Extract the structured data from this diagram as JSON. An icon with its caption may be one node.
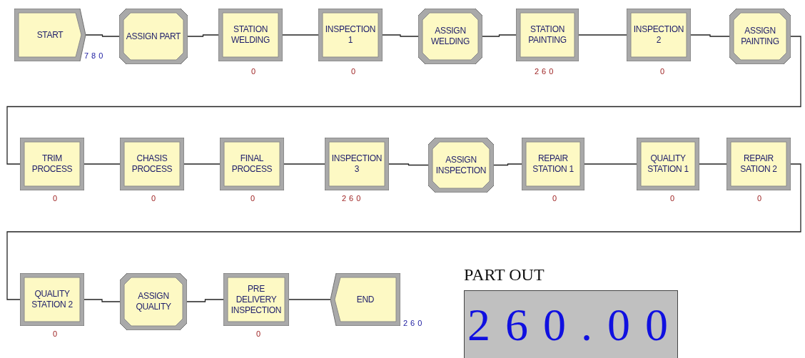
{
  "diagram": {
    "nodes": [
      {
        "text": [
          "START"
        ],
        "beside": [
          "780"
        ]
      },
      {
        "text": [
          "ASSIGN PART"
        ]
      },
      {
        "text": [
          "STATION WELDING"
        ],
        "beside": [
          "0"
        ]
      },
      {
        "text": [
          "INSPECTION 1"
        ],
        "beside": [
          "0"
        ]
      },
      {
        "text": [
          "ASSIGN WELDING"
        ]
      },
      {
        "text": [
          "STATION PAINTING"
        ],
        "beside": [
          "260"
        ]
      },
      {
        "text": [
          "INSPECTION 2"
        ],
        "beside": [
          "0"
        ]
      },
      {
        "text": [
          "ASSIGN PAINTING"
        ]
      },
      {
        "text": [
          "TRIM PROCESS"
        ],
        "beside": [
          "0"
        ]
      },
      {
        "text": [
          "CHASIS PROCESS"
        ],
        "beside": [
          "0"
        ]
      },
      {
        "text": [
          "FINAL PROCESS"
        ],
        "beside": [
          "0"
        ]
      },
      {
        "text": [
          "INSPECTION 3"
        ],
        "beside": [
          "260"
        ]
      },
      {
        "text": [
          "ASSIGN INSPECTION"
        ]
      },
      {
        "text": [
          "REPAIR STATION 1"
        ],
        "beside": [
          "0"
        ]
      },
      {
        "text": [
          "QUALITY STATION 1"
        ],
        "beside": [
          "0"
        ]
      },
      {
        "text": [
          "REPAIR SATION 2"
        ],
        "beside": [
          "0"
        ]
      },
      {
        "text": [
          "QUALITY STATION 2"
        ],
        "beside": [
          "0"
        ]
      },
      {
        "text": [
          "ASSIGN QUALITY"
        ]
      },
      {
        "text": [
          "PRE DELIVERY INSPECTION"
        ],
        "beside": [
          "0"
        ]
      },
      {
        "text": [
          "END"
        ],
        "beside": [
          "260"
        ]
      },
      {
        "text": [
          "PART OUT",
          "260.00"
        ]
      }
    ],
    "edges": [
      {
        "from": 0,
        "to": 1,
        "arrow": "none"
      },
      {
        "from": 1,
        "to": 2,
        "arrow": "none"
      },
      {
        "from": 2,
        "to": 3,
        "arrow": "none"
      },
      {
        "from": 3,
        "to": 4,
        "arrow": "none"
      },
      {
        "from": 4,
        "to": 5,
        "arrow": "none"
      },
      {
        "from": 5,
        "to": 6,
        "arrow": "none"
      },
      {
        "from": 6,
        "to": 7,
        "arrow": "none"
      },
      {
        "from": 7,
        "to": 8,
        "arrow": "none"
      },
      {
        "from": 8,
        "to": 9,
        "arrow": "none"
      },
      {
        "from": 9,
        "to": 10,
        "arrow": "none"
      },
      {
        "from": 10,
        "to": 11,
        "arrow": "none"
      },
      {
        "from": 11,
        "to": 12,
        "arrow": "none"
      },
      {
        "from": 12,
        "to": 13,
        "arrow": "none"
      },
      {
        "from": 13,
        "to": 14,
        "arrow": "none"
      },
      {
        "from": 14,
        "to": 15,
        "arrow": "none"
      },
      {
        "from": 15,
        "to": 16,
        "arrow": "none"
      },
      {
        "from": 16,
        "to": 17,
        "arrow": "none"
      },
      {
        "from": 17,
        "to": 18,
        "arrow": "none"
      },
      {
        "from": 18,
        "to": 19,
        "arrow": "none"
      }
    ]
  }
}
